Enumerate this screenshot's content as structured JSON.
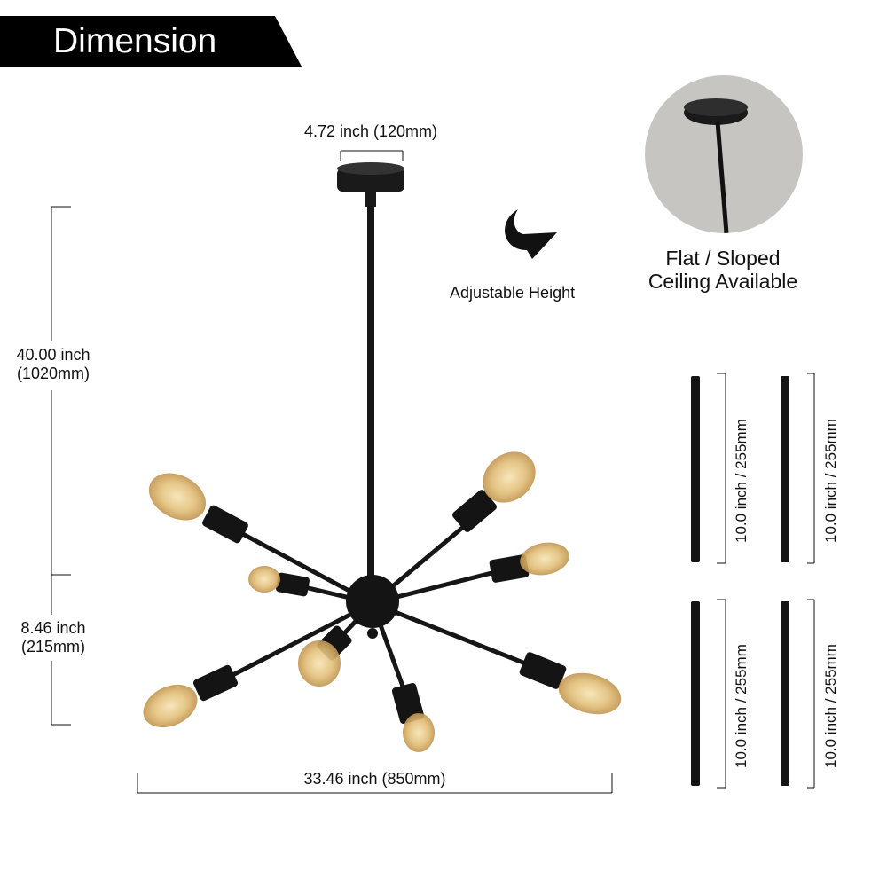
{
  "header": {
    "title": "Dimension"
  },
  "dimensions": {
    "canopy_width": "4.72 inch (120mm)",
    "total_height_value": "40.00 inch",
    "total_height_mm": "(1020mm)",
    "body_height_value": "8.46 inch",
    "body_height_mm": "(215mm)",
    "total_width": "33.46 inch (850mm)"
  },
  "adjustable": {
    "label": "Adjustable Height"
  },
  "ceiling": {
    "line1": "Flat / Sloped",
    "line2": "Ceiling Available"
  },
  "rods": [
    {
      "label": "10.0 inch / 255mm"
    },
    {
      "label": "10.0 inch / 255mm"
    },
    {
      "label": "10.0 inch / 255mm"
    },
    {
      "label": "10.0 inch / 255mm"
    }
  ],
  "colors": {
    "banner": "#000000",
    "fixture": "#141414",
    "bulb_glow": "#e2bf78",
    "ceiling_circle": "#c6c5c1"
  },
  "icons": [
    "curved-arrow-icon"
  ]
}
